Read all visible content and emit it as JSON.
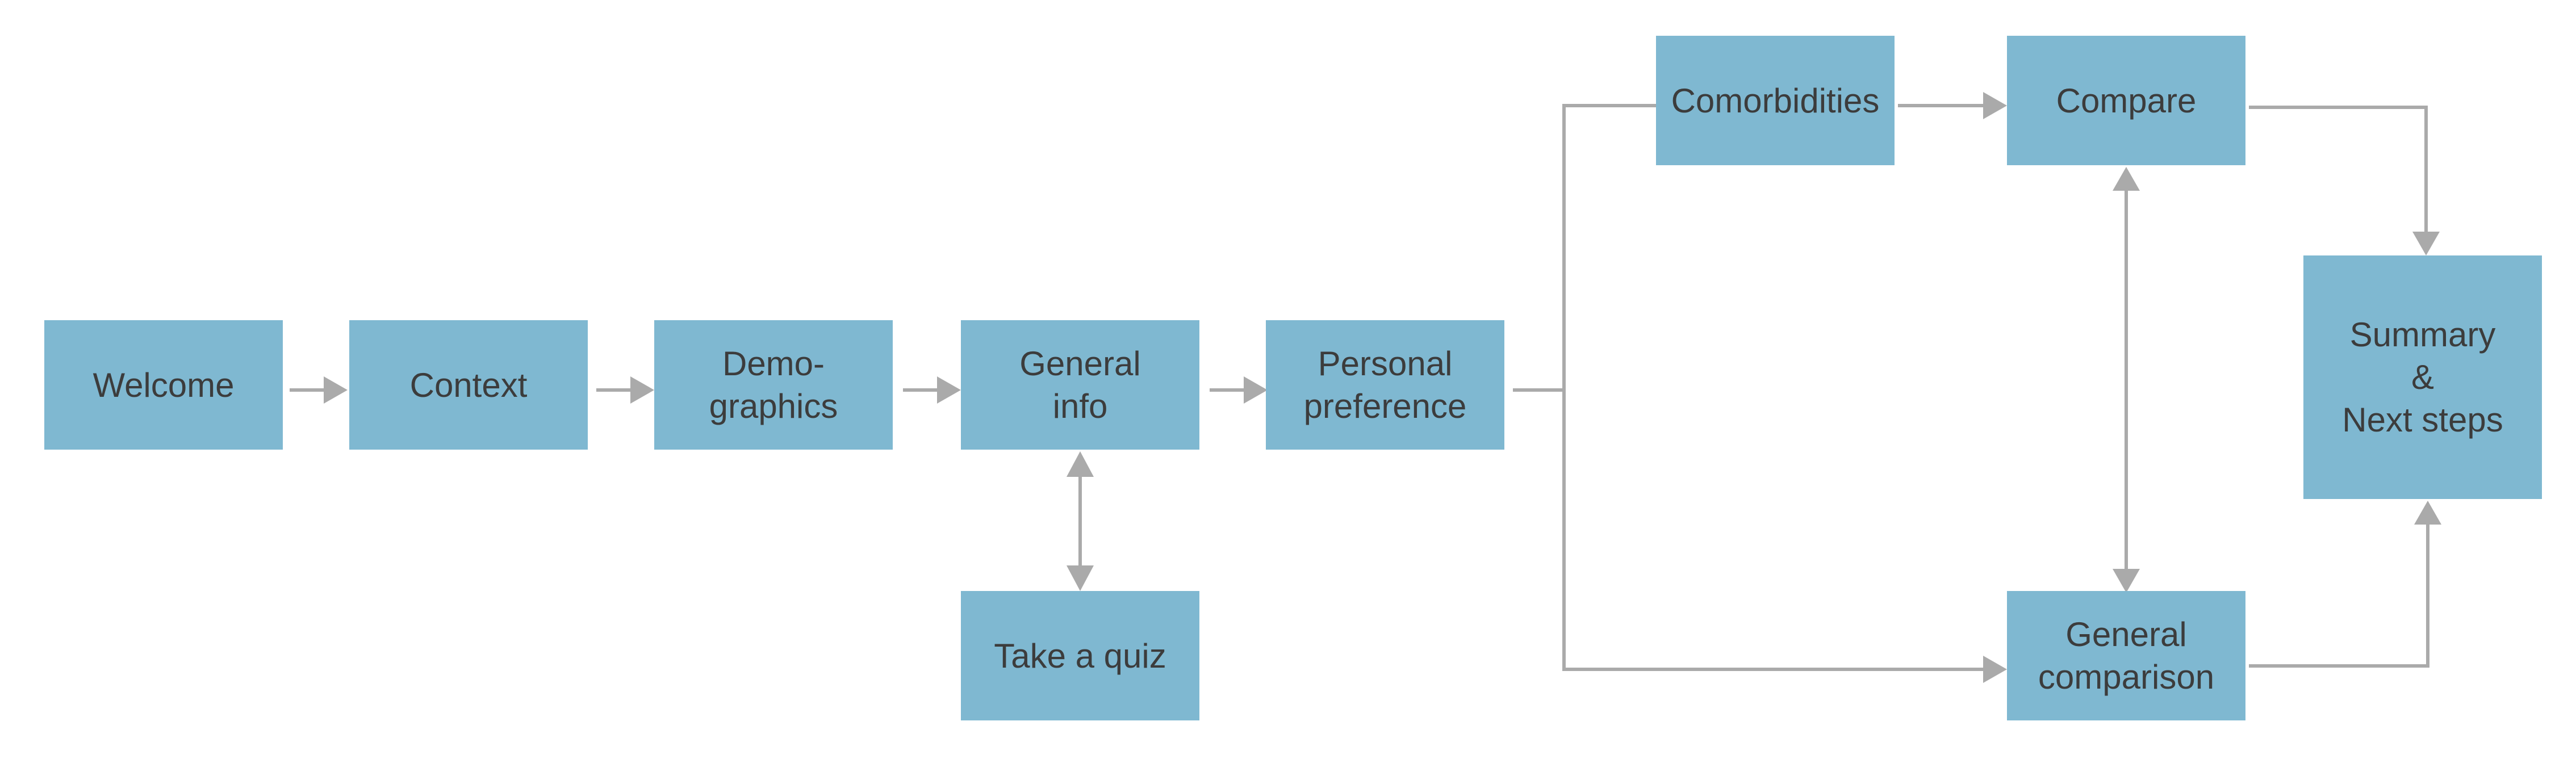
{
  "nodes": {
    "welcome": {
      "lines": [
        "Welcome"
      ]
    },
    "context": {
      "lines": [
        "Context"
      ]
    },
    "demographics": {
      "lines": [
        "Demo-",
        "graphics"
      ]
    },
    "general_info": {
      "lines": [
        "General",
        "info"
      ]
    },
    "take_quiz": {
      "lines": [
        "Take a quiz"
      ]
    },
    "personal_preference": {
      "lines": [
        "Personal",
        "preference"
      ]
    },
    "comorbidities": {
      "lines": [
        "Comorbidities"
      ]
    },
    "compare": {
      "lines": [
        "Compare"
      ]
    },
    "general_comparison": {
      "lines": [
        "General",
        "comparison"
      ]
    },
    "summary": {
      "lines": [
        "Summary",
        "&",
        "Next steps"
      ]
    }
  },
  "colors": {
    "node_fill": "#7fb8d1",
    "node_text": "#3c3c3c",
    "connector": "#aaaaaa"
  }
}
